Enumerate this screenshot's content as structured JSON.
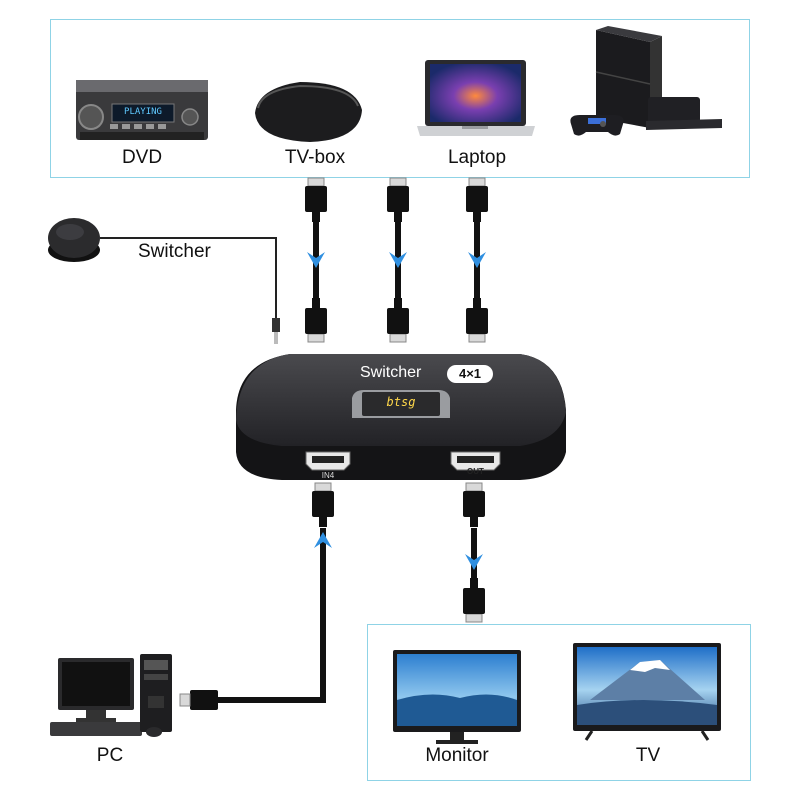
{
  "sources": [
    {
      "name": "DVD",
      "icon": "dvd-player-icon",
      "screen_text": "PLAYING"
    },
    {
      "name": "TV-box",
      "icon": "tv-box-icon"
    },
    {
      "name": "Laptop",
      "icon": "laptop-icon"
    },
    {
      "name": "",
      "icon": "game-console-icon"
    }
  ],
  "remote": {
    "label": "Switcher",
    "icon": "remote-button-icon"
  },
  "switcher": {
    "title": "Switcher",
    "badge": "4×1",
    "button_text": "btsg",
    "port_in": "IN4",
    "port_out": "OUT"
  },
  "pc": {
    "label": "PC",
    "icon": "pc-icon"
  },
  "outputs": [
    {
      "name": "Monitor",
      "icon": "monitor-icon"
    },
    {
      "name": "TV",
      "icon": "tv-icon"
    }
  ],
  "colors": {
    "panel_border": "#8fd3e6",
    "arrow": "#2f8fe0",
    "device_dark": "#2a2a2c"
  }
}
